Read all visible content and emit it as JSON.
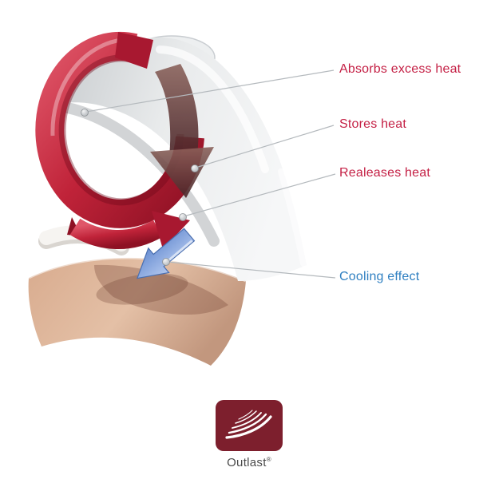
{
  "labels": {
    "absorbs": "Absorbs excess heat",
    "stores": "Stores heat",
    "releases": "Realeases heat",
    "cooling": "Cooling effect"
  },
  "logo": {
    "brand": "Outlast",
    "registered": "®"
  },
  "colors": {
    "heat_label": "#c41f44",
    "cooling_label": "#2e7fc1",
    "logo_bg": "#7d1f2d",
    "ring_red": "#c02339",
    "arrow_dark": "#5d3434",
    "arrow_blue": "#7fa3dd",
    "fabric_gray": "#d9dcdf",
    "skin_tan": "#d4a98e"
  }
}
